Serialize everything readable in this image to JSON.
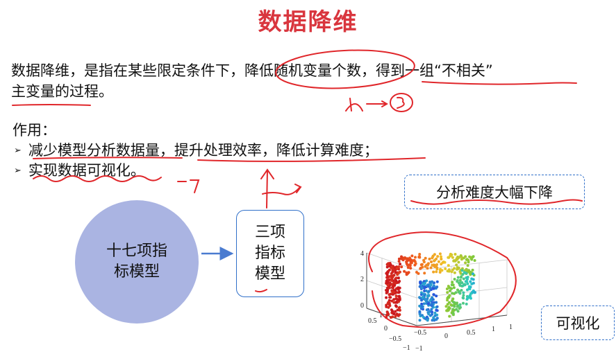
{
  "title": "数据降维",
  "definition": {
    "line1": "数据降维，是指在某些限定条件下，降低随机变量个数，得到一组“不相关”",
    "line2": "主变量的过程。"
  },
  "usage": {
    "heading": "作用：",
    "items": [
      "减少模型分析数据量，提升处理效率，降低计算难度；",
      "实现数据可视化。"
    ]
  },
  "diagram": {
    "source_model": [
      "十七项指",
      "标模型"
    ],
    "target_model": [
      "三项",
      "指标",
      "模型"
    ],
    "benefit_label": "分析难度大幅下降",
    "visualize_label": "可视化"
  },
  "scatter_axes": {
    "z_ticks": [
      "4",
      "2",
      "0"
    ],
    "left_ticks": [
      "1",
      "0.5",
      "0",
      "−0.5",
      "−1"
    ],
    "bottom_ticks": [
      "−1",
      "−0.5",
      "0",
      "0.5",
      "1"
    ],
    "right_ticks": [
      "1"
    ]
  },
  "annotations": {
    "from": "17",
    "to": "3",
    "mark_17": "17"
  },
  "colors": {
    "title": "#d9363e",
    "ink": "#e0262a",
    "accent": "#2f6fc9",
    "circle": "#aab4e2"
  }
}
